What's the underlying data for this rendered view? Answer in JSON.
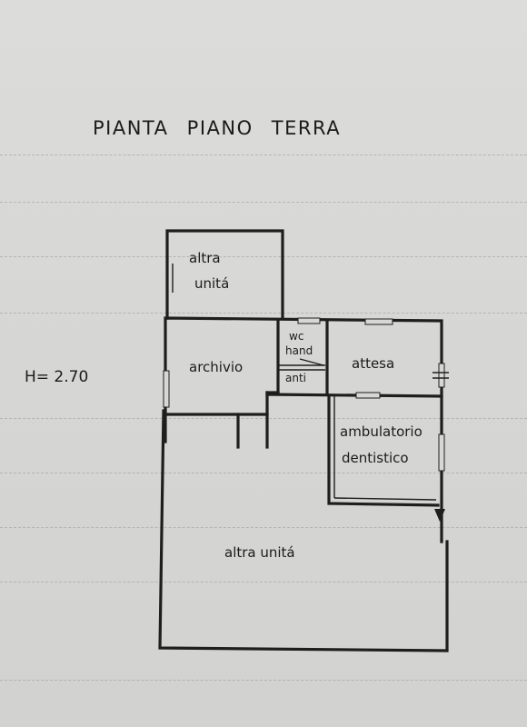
{
  "title": "PIANTA  PIANO TERRA",
  "height_label": "H= 2.70",
  "rooms": {
    "altra_unita_top_line1": "altra",
    "altra_unita_top_line2": "unitá",
    "archivio": "archivio",
    "wc": "wc",
    "hand": "hand",
    "anti": "anti",
    "attesa": "attesa",
    "ambulatorio_line1": "ambulatorio",
    "ambulatorio_line2": "dentistico",
    "altra_unita_bottom": "altra unitá"
  }
}
